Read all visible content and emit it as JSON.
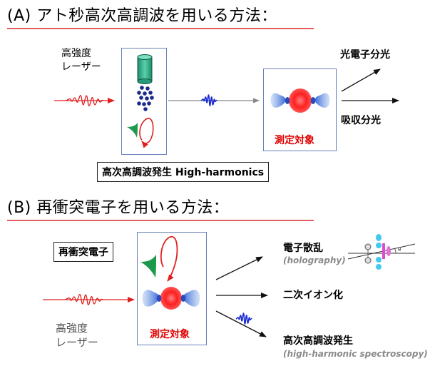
{
  "section_a": {
    "title": "(A) アト秒高次高調波を用いる方法：",
    "laser_label_line1": "高強度",
    "laser_label_line2": "レーザー",
    "hhg_box_label": "高次高調波発生 High-harmonics",
    "measurement_target": "測定対象",
    "output_photoelectron": "光電子分光",
    "output_absorption": "吸収分光"
  },
  "section_b": {
    "title": "(B) 再衝突電子を用いる方法：",
    "recollision_label": "再衝突電子",
    "measurement_target": "測定対象",
    "laser_label_line1": "高強度",
    "laser_label_line2": "レーザー",
    "electron_scattering": "電子散乱",
    "holography": "(holography)",
    "double_ionization": "二次イオン化",
    "hhg": "高次高調波発生",
    "hhg_spectroscopy": "(high-harmonic  spectroscopy)",
    "theta_symbol": "θ"
  },
  "colors": {
    "accent_rule": "#e06060",
    "panel_border": "#6a82b8",
    "laser_red": "#e02020",
    "pulse_blue": "#1a2ad0",
    "electron_green": "#1a9a4a",
    "target_red": "#e00000",
    "gas_jet": "#2aa880",
    "gas_dots": "#1a2a8a"
  }
}
